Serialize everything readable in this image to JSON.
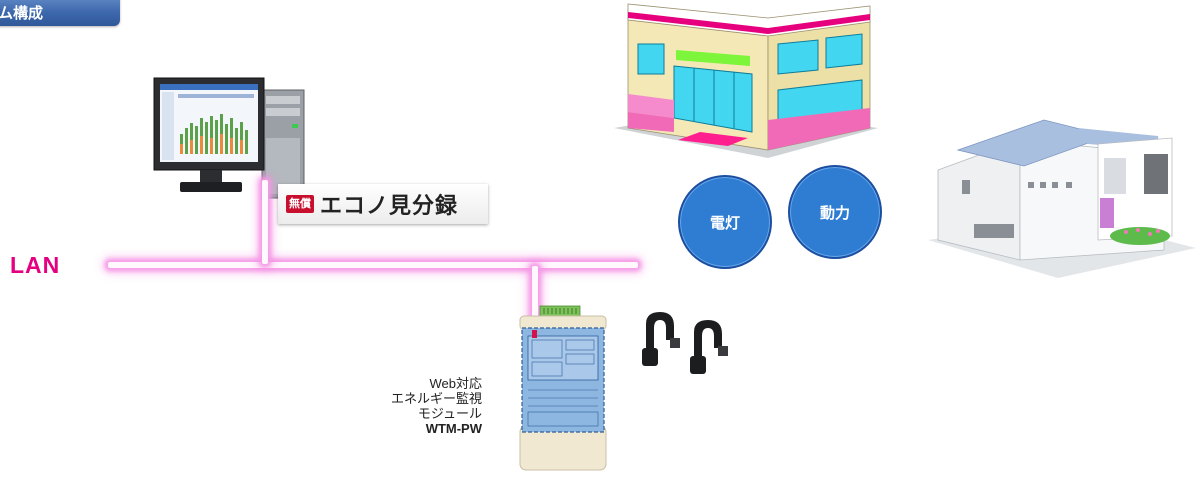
{
  "header": {
    "title": "ム構成"
  },
  "network": {
    "lan_label": "LAN"
  },
  "software": {
    "badge": "無償",
    "name": "エコノ見分録"
  },
  "circles": {
    "lighting": "電灯",
    "power": "動力"
  },
  "module": {
    "line1": "Web対応",
    "line2": "エネルギー監視",
    "line3": "モジュール",
    "model": "WTM-PW"
  },
  "colors": {
    "lan_glow": "#f59be6",
    "lan_text": "#e4007f",
    "header_blue": "#3d68ad",
    "circle_blue": "#2f7dd3",
    "badge_red": "#c8102e"
  }
}
